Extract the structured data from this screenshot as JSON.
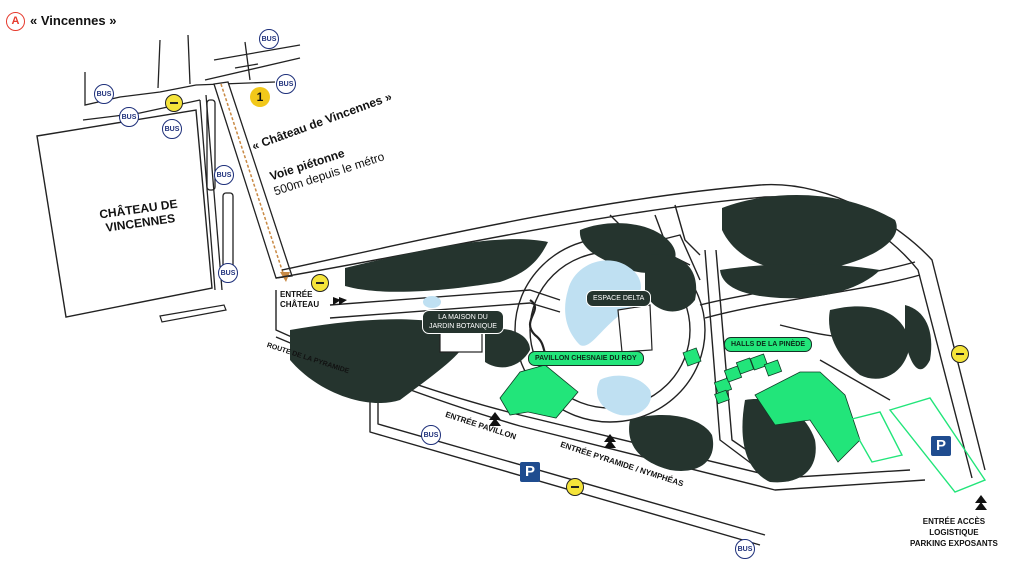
{
  "header": {
    "badge_letter": "A",
    "station_name": "« Vincennes »"
  },
  "labels": {
    "metro_stop_number": "1",
    "metro_stop_name": "« Château de Vincennes »",
    "pedestrian_path": "Voie piétonne",
    "distance_note": "500m depuis le métro",
    "chateau": "CHÂTEAU DE\nVINCENNES",
    "entrance_chateau": "ENTRÉE\nCHÂTEAU",
    "route_pyramide": "ROUTE DE LA PYRAMIDE",
    "entrance_pavillon": "ENTRÉE PAVILLON",
    "entrance_pyramide": "ENTRÉE PYRAMIDE / NYMPHÉAS",
    "entrance_logistics": "ENTRÉE ACCÈS\nLOGISTIQUE\nPARKING EXPOSANTS"
  },
  "venues": {
    "maison_botanique": "LA MAISON DU\nJARDIN BOTANIQUE",
    "espace_delta": "ESPACE DELTA",
    "pavillon": "PAVILLON CHESNAIE DU ROY",
    "halls": "HALLS DE LA PINÈDE"
  },
  "icons": {
    "bus_label": "BUS",
    "parking_label": "P"
  },
  "colors": {
    "badge_red": "#e63b2e",
    "metro_yellow": "#f2c81a",
    "forest": "#25342e",
    "venue_green": "#22e57a",
    "water": "#bfe0f2",
    "bus_blue": "#1d2f7a",
    "parking_blue": "#1f4c8f",
    "path_orange": "#c98a45"
  }
}
